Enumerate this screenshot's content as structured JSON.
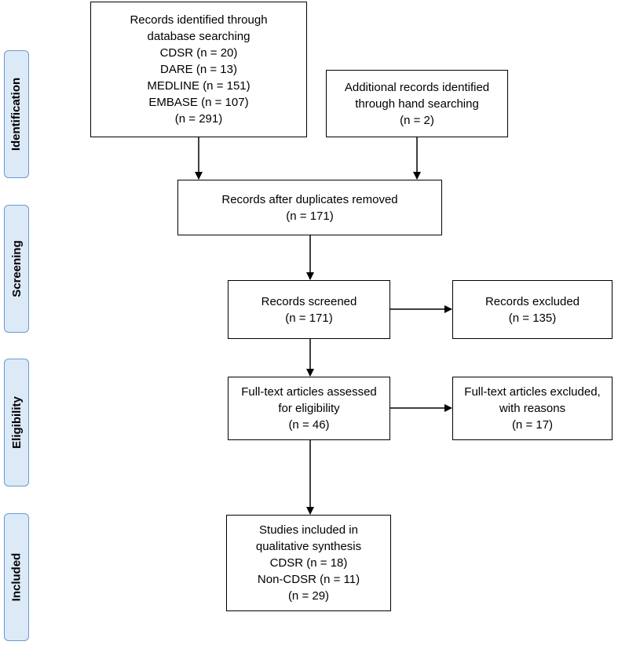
{
  "phases": {
    "identification": "Identification",
    "screening": "Screening",
    "eligibility": "Eligibility",
    "included": "Included"
  },
  "boxes": {
    "database_search": {
      "lines": [
        "Records identified through",
        "database searching",
        "CDSR (n = 20)",
        "DARE (n = 13)",
        "MEDLINE (n = 151)",
        "EMBASE (n = 107)",
        "(n = 291)"
      ]
    },
    "hand_search": {
      "lines": [
        "Additional records identified",
        "through hand searching",
        "(n = 2)"
      ]
    },
    "duplicates_removed": {
      "lines": [
        "Records after duplicates removed",
        "(n = 171)"
      ]
    },
    "screened": {
      "lines": [
        "Records screened",
        "(n = 171)"
      ]
    },
    "excluded": {
      "lines": [
        "Records excluded",
        "(n = 135)"
      ]
    },
    "fulltext_assessed": {
      "lines": [
        "Full-text articles assessed",
        "for eligibility",
        "(n = 46)"
      ]
    },
    "fulltext_excluded": {
      "lines": [
        "Full-text articles excluded,",
        "with reasons",
        "(n = 17)"
      ]
    },
    "included_studies": {
      "lines": [
        "Studies included in",
        "qualitative synthesis",
        "CDSR (n = 18)",
        "Non-CDSR (n = 11)",
        "(n = 29)"
      ]
    }
  }
}
